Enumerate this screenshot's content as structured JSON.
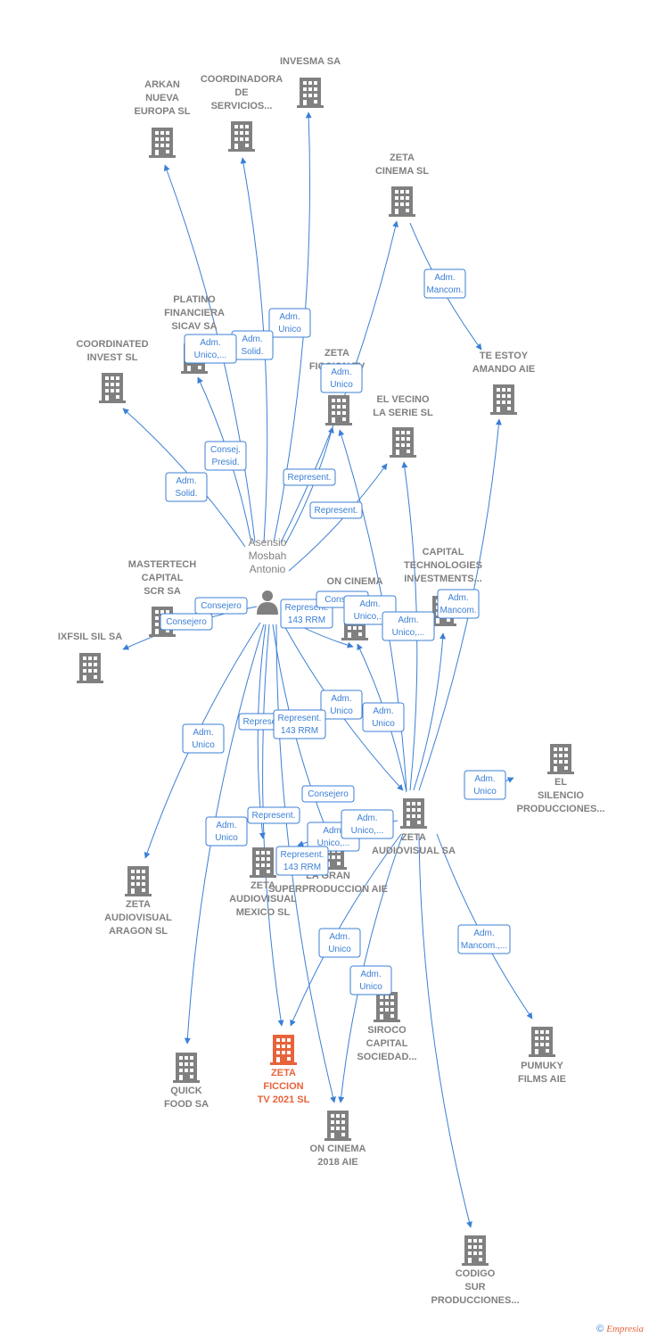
{
  "colors": {
    "edge": "#3b7fd6",
    "node": "#808080",
    "highlight": "#e8623a"
  },
  "person": {
    "id": "asensio",
    "label": [
      "Asensio",
      "Mosbah",
      "Antonio"
    ]
  },
  "nodes": [
    {
      "id": "arkan",
      "label": [
        "ARKAN",
        "NUEVA",
        "EUROPA  SL"
      ]
    },
    {
      "id": "coordinadora",
      "label": [
        "COORDINADORA",
        "DE",
        "SERVICIOS..."
      ]
    },
    {
      "id": "invesma",
      "label": [
        "INVESMA SA"
      ]
    },
    {
      "id": "zeta_cinema",
      "label": [
        "ZETA",
        "CINEMA SL"
      ]
    },
    {
      "id": "te_estoy",
      "label": [
        "TE ESTOY",
        "AMANDO AIE"
      ]
    },
    {
      "id": "platino",
      "label": [
        "PLATINO",
        "FINANCIERA",
        "SICAV SA"
      ]
    },
    {
      "id": "coordinated",
      "label": [
        "COORDINATED",
        "INVEST  SL"
      ]
    },
    {
      "id": "zeta_ficcion_sicav",
      "label": [
        "ZETA",
        "FICCION TV",
        "2"
      ]
    },
    {
      "id": "el_vecino",
      "label": [
        "EL VECINO",
        "LA SERIE  SL"
      ]
    },
    {
      "id": "mastertech",
      "label": [
        "MASTERTECH",
        "CAPITAL",
        "SCR SA"
      ]
    },
    {
      "id": "ixfsil",
      "label": [
        "IXFSIL SIL SA"
      ]
    },
    {
      "id": "on_cinema",
      "label": [
        "ON CINEMA"
      ]
    },
    {
      "id": "capital_tech",
      "label": [
        "CAPITAL",
        "TECHNOLOGIES",
        "INVESTMENTS..."
      ]
    },
    {
      "id": "el_silencio",
      "label": [
        "EL",
        "SILENCIO",
        "PRODUCCIONES..."
      ]
    },
    {
      "id": "zeta_audiovisual",
      "label": [
        "ZETA",
        "AUDIOVISUAL SA"
      ]
    },
    {
      "id": "zeta_aragon",
      "label": [
        "ZETA",
        "AUDIOVISUAL",
        "ARAGON SL"
      ]
    },
    {
      "id": "zeta_mexico",
      "label": [
        "ZETA",
        "AUDIOVISUAL",
        "MEXICO  SL"
      ]
    },
    {
      "id": "la_gran",
      "label": [
        "LA GRAN",
        "SUPERPRODUCCION AIE"
      ]
    },
    {
      "id": "quick_food",
      "label": [
        "QUICK",
        "FOOD SA"
      ]
    },
    {
      "id": "zeta_ficcion_2021",
      "label": [
        "ZETA",
        "FICCION",
        "TV 2021  SL"
      ],
      "highlight": true
    },
    {
      "id": "siroco",
      "label": [
        "SIROCO",
        "CAPITAL",
        "SOCIEDAD..."
      ]
    },
    {
      "id": "pumuky",
      "label": [
        "PUMUKY",
        "FILMS AIE"
      ]
    },
    {
      "id": "on_cinema_2018",
      "label": [
        "ON CINEMA",
        "2018  AIE"
      ]
    },
    {
      "id": "codigo_sur",
      "label": [
        "CODIGO",
        "SUR",
        "PRODUCCIONES..."
      ]
    }
  ],
  "roles": [
    {
      "id": "r1",
      "lines": [
        "Adm.",
        "Unico"
      ]
    },
    {
      "id": "r2",
      "lines": [
        "Adm.",
        "Solid."
      ]
    },
    {
      "id": "r3",
      "lines": [
        "Adm.",
        "Unico,..."
      ]
    },
    {
      "id": "r4",
      "lines": [
        "Adm.",
        "Mancom."
      ]
    },
    {
      "id": "r5",
      "lines": [
        "Adm.",
        "Unico"
      ]
    },
    {
      "id": "r6",
      "lines": [
        "Consej.",
        "Presid."
      ]
    },
    {
      "id": "r7",
      "lines": [
        "Adm.",
        "Solid."
      ]
    },
    {
      "id": "r8",
      "lines": [
        "Represent."
      ]
    },
    {
      "id": "r9",
      "lines": [
        "Represent."
      ]
    },
    {
      "id": "r10",
      "lines": [
        "Consejero"
      ]
    },
    {
      "id": "r11",
      "lines": [
        "Consejero"
      ]
    },
    {
      "id": "r12",
      "lines": [
        "Represent.",
        "143 RRM"
      ]
    },
    {
      "id": "r13",
      "lines": [
        "Consej..."
      ]
    },
    {
      "id": "r14",
      "lines": [
        "Adm.",
        "Unico,..."
      ]
    },
    {
      "id": "r15",
      "lines": [
        "Adm.",
        "Unico,..."
      ]
    },
    {
      "id": "r16",
      "lines": [
        "Adm.",
        "Mancom."
      ]
    },
    {
      "id": "r17",
      "lines": [
        "Adm.",
        "Unico"
      ]
    },
    {
      "id": "r18",
      "lines": [
        "Adm.",
        "Unico"
      ]
    },
    {
      "id": "r19",
      "lines": [
        "Represent."
      ]
    },
    {
      "id": "r20",
      "lines": [
        "Represent.",
        "143 RRM"
      ]
    },
    {
      "id": "r21",
      "lines": [
        "Adm.",
        "Unico"
      ]
    },
    {
      "id": "r22",
      "lines": [
        "Adm.",
        "Unico"
      ]
    },
    {
      "id": "r23",
      "lines": [
        "Consejero"
      ]
    },
    {
      "id": "r24",
      "lines": [
        "Represent."
      ]
    },
    {
      "id": "r25",
      "lines": [
        "Adm.",
        "Unico"
      ]
    },
    {
      "id": "r26",
      "lines": [
        "Adm.",
        "Unico,..."
      ]
    },
    {
      "id": "r27",
      "lines": [
        "Represent.",
        "143 RRM"
      ]
    },
    {
      "id": "r28",
      "lines": [
        "Adm.",
        "Unico,..."
      ]
    },
    {
      "id": "r29",
      "lines": [
        "Adm.",
        "Mancom.,..."
      ]
    },
    {
      "id": "r30",
      "lines": [
        "Adm.",
        "Unico"
      ]
    },
    {
      "id": "r31",
      "lines": [
        "Adm.",
        "Unico"
      ]
    }
  ],
  "edges": [
    {
      "from": "asensio",
      "to": "arkan"
    },
    {
      "from": "asensio",
      "to": "coordinadora"
    },
    {
      "from": "asensio",
      "to": "invesma"
    },
    {
      "from": "asensio",
      "to": "platino"
    },
    {
      "from": "asensio",
      "to": "coordinated"
    },
    {
      "from": "asensio",
      "to": "zeta_cinema"
    },
    {
      "from": "asensio",
      "to": "zeta_ficcion_sicav"
    },
    {
      "from": "asensio",
      "to": "el_vecino"
    },
    {
      "from": "asensio",
      "to": "ixfsil"
    },
    {
      "from": "asensio",
      "to": "on_cinema"
    },
    {
      "from": "asensio",
      "to": "zeta_audiovisual"
    },
    {
      "from": "asensio",
      "to": "zeta_aragon"
    },
    {
      "from": "asensio",
      "to": "zeta_mexico"
    },
    {
      "from": "asensio",
      "to": "la_gran"
    },
    {
      "from": "asensio",
      "to": "quick_food"
    },
    {
      "from": "asensio",
      "to": "zeta_ficcion_2021"
    },
    {
      "from": "asensio",
      "to": "on_cinema_2018"
    },
    {
      "from": "zeta_cinema",
      "to": "te_estoy"
    },
    {
      "from": "zeta_audiovisual",
      "to": "te_estoy"
    },
    {
      "from": "zeta_audiovisual",
      "to": "el_vecino"
    },
    {
      "from": "zeta_audiovisual",
      "to": "zeta_ficcion_sicav"
    },
    {
      "from": "zeta_audiovisual",
      "to": "on_cinema"
    },
    {
      "from": "zeta_audiovisual",
      "to": "capital_tech"
    },
    {
      "from": "zeta_audiovisual",
      "to": "el_silencio"
    },
    {
      "from": "zeta_audiovisual",
      "to": "la_gran"
    },
    {
      "from": "zeta_audiovisual",
      "to": "zeta_ficcion_2021"
    },
    {
      "from": "zeta_audiovisual",
      "to": "on_cinema_2018"
    },
    {
      "from": "zeta_audiovisual",
      "to": "pumuky"
    },
    {
      "from": "zeta_audiovisual",
      "to": "codigo_sur"
    }
  ],
  "footer": {
    "copyright": "©",
    "brand": "Empresia"
  }
}
